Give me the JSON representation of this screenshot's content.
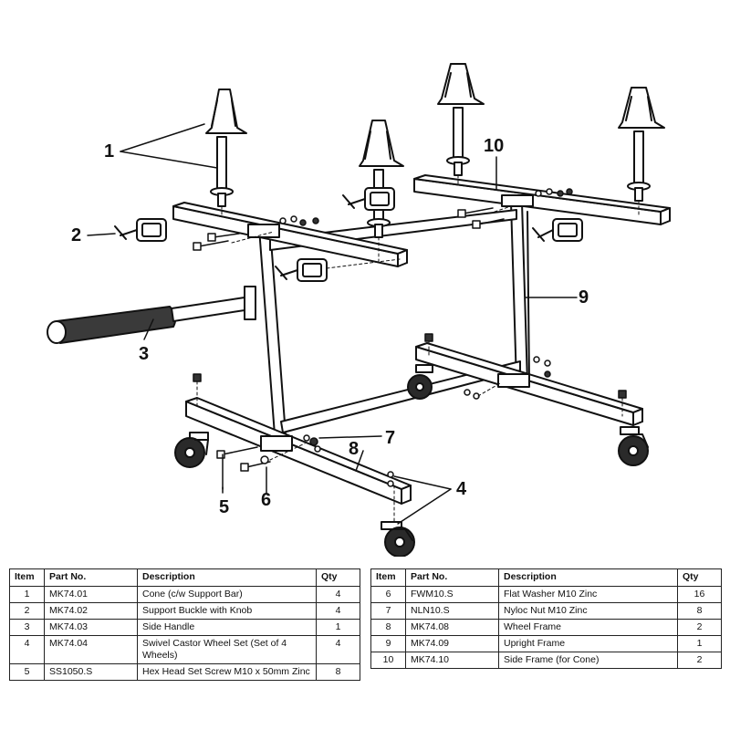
{
  "callouts": {
    "c1": "1",
    "c2": "2",
    "c3": "3",
    "c4": "4",
    "c5": "5",
    "c6": "6",
    "c7": "7",
    "c8": "8",
    "c9": "9",
    "c10": "10"
  },
  "parts_table": {
    "headers": {
      "item": "Item",
      "part_no": "Part No.",
      "description": "Description",
      "qty": "Qty"
    },
    "left_rows": [
      {
        "item": "1",
        "part_no": "MK74.01",
        "description": "Cone (c/w Support Bar)",
        "qty": "4"
      },
      {
        "item": "2",
        "part_no": "MK74.02",
        "description": "Support Buckle with Knob",
        "qty": "4"
      },
      {
        "item": "3",
        "part_no": "MK74.03",
        "description": "Side Handle",
        "qty": "1"
      },
      {
        "item": "4",
        "part_no": "MK74.04",
        "description": "Swivel Castor Wheel Set  (Set of 4 Wheels)",
        "qty": "4"
      },
      {
        "item": "5",
        "part_no": "SS1050.S",
        "description": "Hex Head Set Screw M10 x 50mm Zinc",
        "qty": "8"
      }
    ],
    "right_rows": [
      {
        "item": "6",
        "part_no": "FWM10.S",
        "description": "Flat Washer M10 Zinc",
        "qty": "16"
      },
      {
        "item": "7",
        "part_no": "NLN10.S",
        "description": "Nyloc Nut M10 Zinc",
        "qty": "8"
      },
      {
        "item": "8",
        "part_no": "MK74.08",
        "description": "Wheel Frame",
        "qty": "2"
      },
      {
        "item": "9",
        "part_no": "MK74.09",
        "description": "Upright Frame",
        "qty": "1"
      },
      {
        "item": "10",
        "part_no": "MK74.10",
        "description": "Side Frame (for Cone)",
        "qty": "2"
      }
    ]
  }
}
